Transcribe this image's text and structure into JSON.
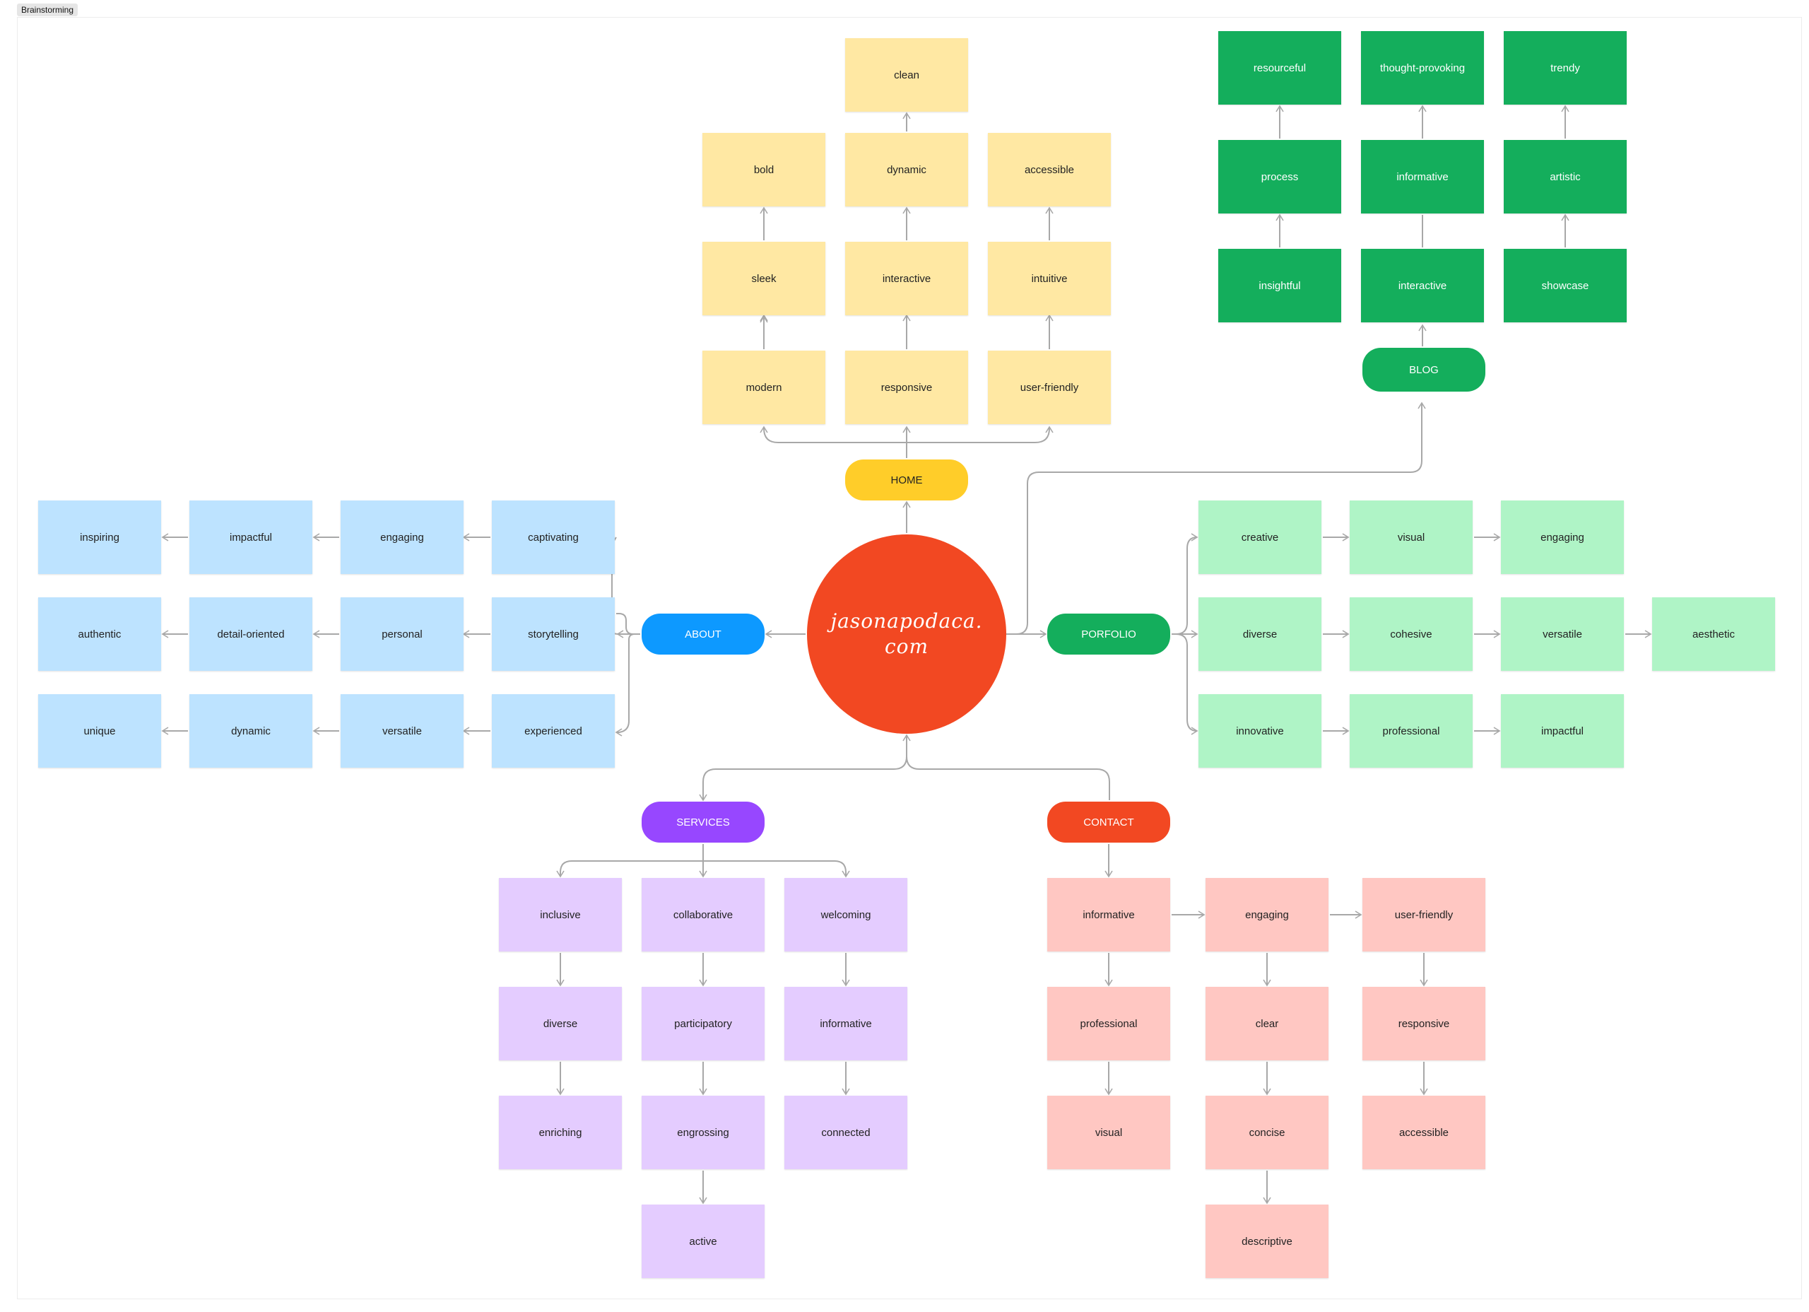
{
  "frame": {
    "label": "Brainstorming"
  },
  "colors": {
    "center": "#F24822",
    "home": "#FFCD29",
    "home_note": "#FFE8A3",
    "blog": "#14AE5C",
    "blog_note": "#14AE5C",
    "about": "#0D99FF",
    "about_note": "#BDE3FF",
    "portfolio": "#14AE5C",
    "portfolio_note": "#AFF4C6",
    "services": "#9747FF",
    "services_note": "#E4CCFF",
    "contact": "#F24822",
    "contact_note": "#FFC7C2",
    "connector": "#a8a8a8"
  },
  "center": {
    "text": "jasonapodaca.\ncom"
  },
  "hubs": {
    "home": "HOME",
    "blog": "BLOG",
    "about": "ABOUT",
    "portfolio": "PORFOLIO",
    "services": "SERVICES",
    "contact": "CONTACT"
  },
  "home": {
    "clean": "clean",
    "bold": "bold",
    "dynamic": "dynamic",
    "accessible": "accessible",
    "sleek": "sleek",
    "interactive": "interactive",
    "intuitive": "intuitive",
    "modern": "modern",
    "responsive": "responsive",
    "user_friendly": "user-friendly"
  },
  "blog": {
    "resourceful": "resourceful",
    "thought_provoking": "thought-provoking",
    "trendy": "trendy",
    "process": "process",
    "informative": "informative",
    "artistic": "artistic",
    "insightful": "insightful",
    "interactive": "interactive",
    "showcase": "showcase"
  },
  "about": {
    "inspiring": "inspiring",
    "impactful": "impactful",
    "engaging": "engaging",
    "captivating": "captivating",
    "authentic": "authentic",
    "detail_oriented": "detail-oriented",
    "personal": "personal",
    "storytelling": "storytelling",
    "unique": "unique",
    "dynamic": "dynamic",
    "versatile": "versatile",
    "experienced": "experienced"
  },
  "portfolio": {
    "creative": "creative",
    "visual": "visual",
    "engaging": "engaging",
    "diverse": "diverse",
    "cohesive": "cohesive",
    "versatile": "versatile",
    "aesthetic": "aesthetic",
    "innovative": "innovative",
    "professional": "professional",
    "impactful": "impactful"
  },
  "services": {
    "inclusive": "inclusive",
    "collaborative": "collaborative",
    "welcoming": "welcoming",
    "diverse": "diverse",
    "participatory": "participatory",
    "informative": "informative",
    "enriching": "enriching",
    "engrossing": "engrossing",
    "connected": "connected",
    "active": "active"
  },
  "contact": {
    "informative": "informative",
    "engaging": "engaging",
    "user_friendly": "user-friendly",
    "professional": "professional",
    "clear": "clear",
    "responsive": "responsive",
    "visual": "visual",
    "concise": "concise",
    "accessible": "accessible",
    "descriptive": "descriptive"
  }
}
